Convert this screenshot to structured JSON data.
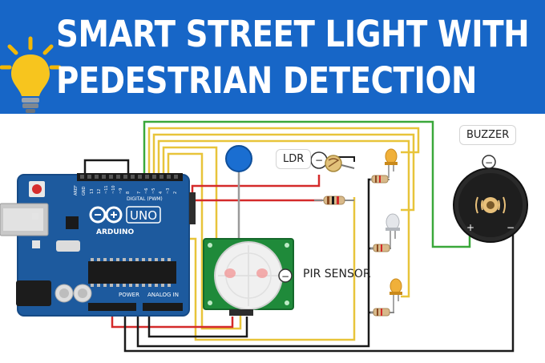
{
  "header": {
    "title_line1": "SMART STREET LIGHT WITH",
    "title_line2": "PEDESTRIAN DETECTION",
    "background_color": "#1766c7",
    "icon": "light-bulb-icon"
  },
  "board": {
    "brand": "ARDUINO",
    "model": "UNO",
    "header_label_digital": "DIGITAL (PWM)",
    "header_label_power": "POWER",
    "header_label_analog": "ANALOG IN",
    "color": "#1d5a9e"
  },
  "components": {
    "ldr_label": "LDR",
    "pir_label": "PIR SENSOR",
    "buzzer_label": "BUZZER",
    "buzzer_plus": "+",
    "buzzer_minus": "−",
    "ldr_minus": "−",
    "pir_minus": "−",
    "buzzer_top_minus": "−"
  },
  "wires": {
    "green": "#3aa83a",
    "yellow": "#e8c43a",
    "red": "#d42a2a",
    "black": "#1a1a1a"
  }
}
